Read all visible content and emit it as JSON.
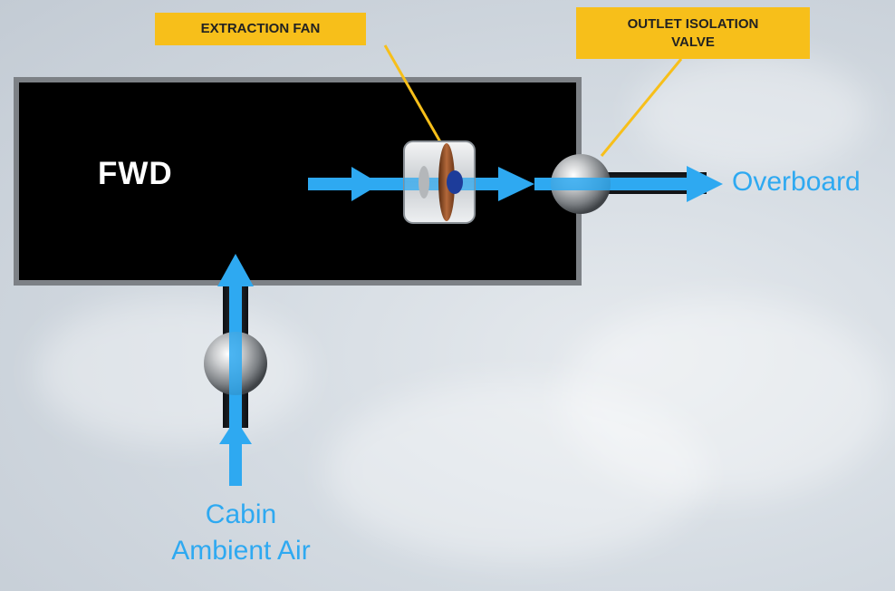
{
  "compartment": {
    "label": "FWD"
  },
  "callouts": {
    "extraction_fan": "EXTRACTION FAN",
    "outlet_valve_line1": "OUTLET ISOLATION",
    "outlet_valve_line2": "VALVE"
  },
  "flow_labels": {
    "overboard": "Overboard",
    "cabin_line1": "Cabin",
    "cabin_line2": "Ambient Air"
  },
  "colors": {
    "flow": "#2ea9f1",
    "callout": "#f7bf1a",
    "compartment": "#000000",
    "compartment_border": "#7d8186"
  }
}
